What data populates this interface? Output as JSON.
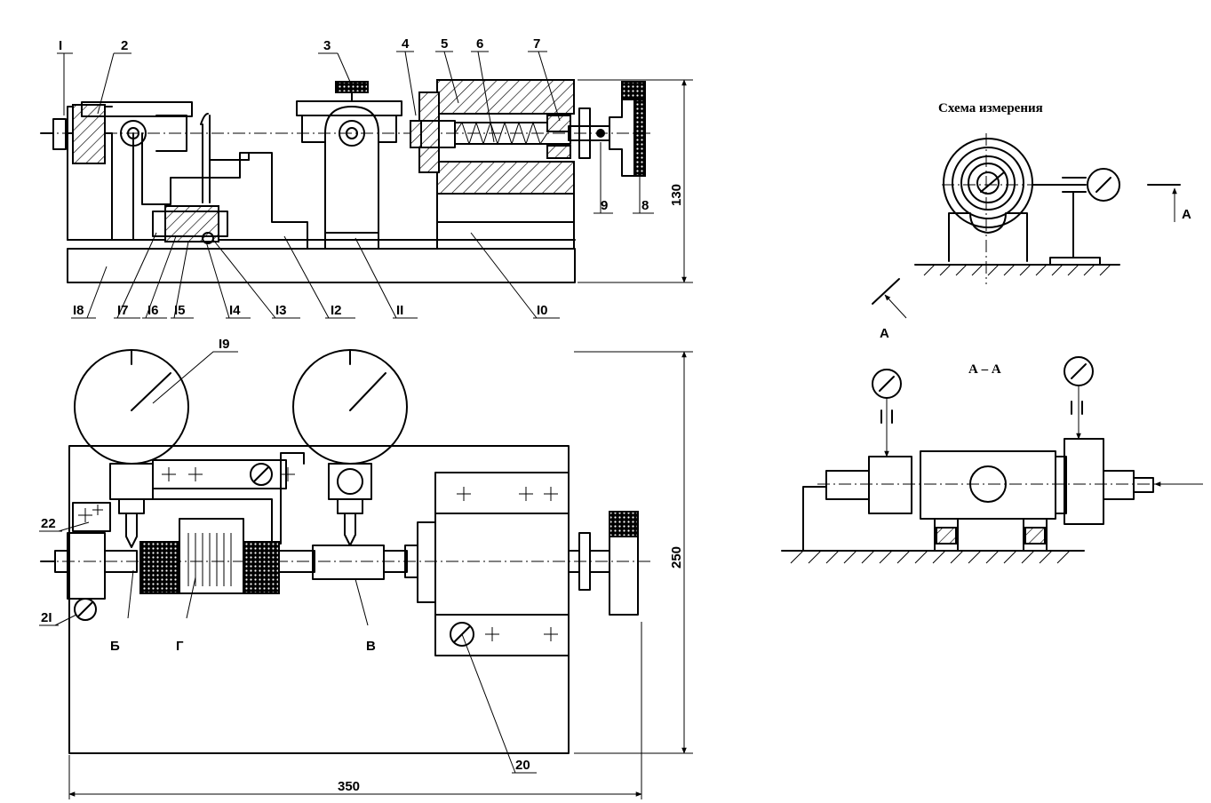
{
  "titles": {
    "scheme": "Схема измерения",
    "section": "А – А"
  },
  "dimensions": {
    "height": "130",
    "depth": "250",
    "length": "350"
  },
  "section_marks": {
    "right": "А",
    "bottom": "А"
  },
  "front_view_labels": [
    "I",
    "2",
    "3",
    "4",
    "5",
    "6",
    "7",
    "8",
    "9",
    "I0",
    "II",
    "I2",
    "I3",
    "I4",
    "I5",
    "I6",
    "I7",
    "I8"
  ],
  "plan_view_labels": {
    "indicator": "I9",
    "bolt": "20",
    "screw_lower": "2I",
    "screw_upper": "22",
    "point_b": "Б",
    "point_g": "Г",
    "point_v": "В"
  }
}
